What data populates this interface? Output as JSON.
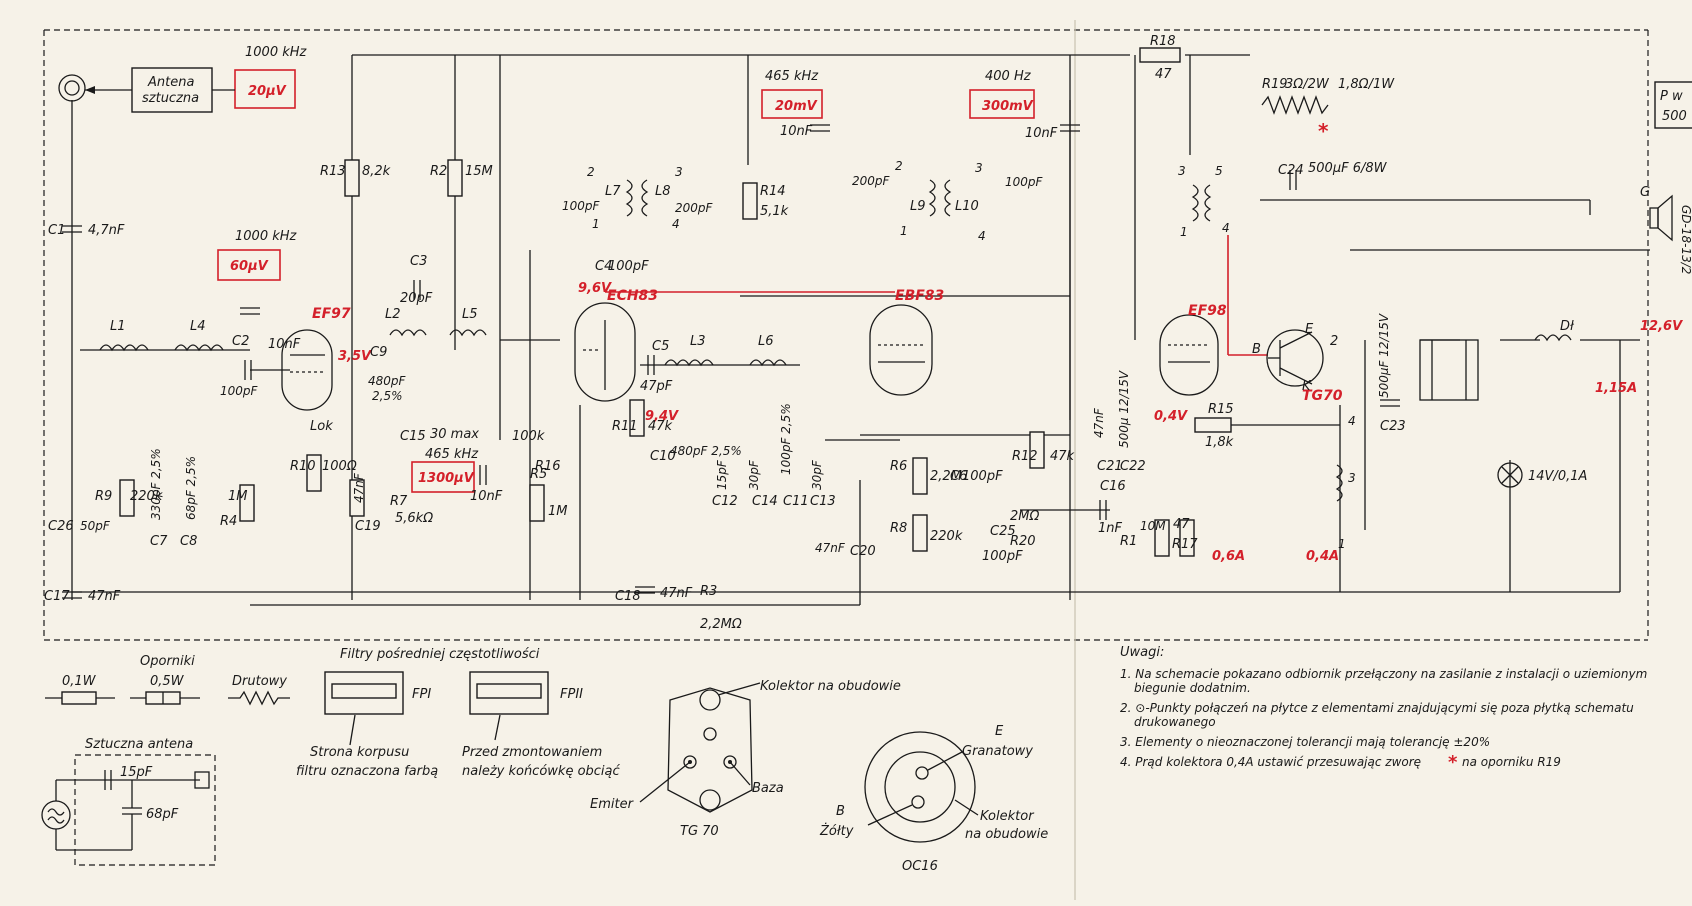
{
  "top": {
    "freq1": "1000 kHz",
    "gen1_box": "Antena sztuczna",
    "gen1_line1": "Antena",
    "gen1_line2": "sztuczna",
    "v1": "20µV",
    "freq2": "1000 kHz",
    "v2": "60µV",
    "freq3": "465 kHz",
    "v3": "20mV",
    "freq4": "400 Hz",
    "v4": "300mV",
    "freq5": "465 kHz",
    "v5": "1300µV",
    "pw_line1": "P w",
    "pw_line2": "500"
  },
  "tubes": {
    "t1": "EF97",
    "t2": "ECH83",
    "t3": "EBF83",
    "t4": "EF98",
    "tr": "TG70"
  },
  "measurements": {
    "m1": "3,5V",
    "m2": "9,6V",
    "m3": "9,4V",
    "m4": "0,4V",
    "m5": "0,6A",
    "m6": "0,4A",
    "m7": "12,6V",
    "m8": "1,15A"
  },
  "components": {
    "C1": "C1",
    "C1v": "4,7nF",
    "C2": "C2",
    "C2v": "100pF",
    "C3": "C3",
    "C3v": "20pF",
    "C4": "C4",
    "C4v": "100pF",
    "C5": "C5",
    "C5v": "47pF",
    "C6": "C6",
    "C6v": "100pF",
    "C7": "C7",
    "C7v": "330pF 2,5%",
    "C8": "C8",
    "C8v": "68pF 2,5%",
    "C9": "C9",
    "C9v": "480pF",
    "C9t": "2,5%",
    "C10": "C10",
    "C10v": "480pF 2,5%",
    "C11": "C11",
    "C11v": "100pF 2,5%",
    "C12": "C12",
    "C12v": "15pF",
    "C13": "C13",
    "C13v": "30pF",
    "C14": "C14",
    "C14v": "30pF",
    "C15": "C15",
    "C15v": "30 max",
    "C16": "C16",
    "C16v": "1nF",
    "C17": "C17",
    "C17v": "47nF",
    "C18": "C18",
    "C18v": "47nF",
    "C19": "C19",
    "C19v": "47nF",
    "C20": "C20",
    "C20v": "47nF",
    "C21": "C21",
    "C21v": "47nF",
    "C22": "C22",
    "C22v": "500µ 12/15V",
    "C23": "C23",
    "C23v": "500µF 12/15V",
    "C24": "C24",
    "C24v": "500µF 6/8W",
    "C25": "C25",
    "C25v": "100pF",
    "C26": "C26",
    "C26v": "50pF",
    "c10nF_a": "10nF",
    "c10nF_b": "10nF",
    "c10nF_c": "10nF",
    "c10nF_d": "10nF",
    "c100pF_a": "100pF",
    "c200pF_a": "200pF",
    "c200pF_b": "200pF",
    "c100pF_b": "100pF",
    "R1": "R1",
    "R1v": "10M",
    "R2": "R2",
    "R2v": "15M",
    "R3": "R3",
    "R3v": "2,2MΩ",
    "R4": "R4",
    "R4v": "1M",
    "R5": "R5",
    "R5v": "1M",
    "R6": "R6",
    "R6v": "2,2M",
    "R7": "R7",
    "R7v": "5,6kΩ",
    "R8": "R8",
    "R8v": "220k",
    "R9": "R9",
    "R9v": "220k",
    "R10": "R10",
    "R10v": "100Ω",
    "R11": "R11",
    "R11v": "47k",
    "R12": "R12",
    "R12v": "47k",
    "R13": "R13",
    "R13v": "8,2k",
    "R14": "R14",
    "R14v": "5,1k",
    "R15": "R15",
    "R15v": "1,8k",
    "R16": "R16",
    "R16v": "100k",
    "R17": "R17",
    "R17v": "47",
    "R18": "R18",
    "R18v": "47",
    "R19": "R19",
    "R19v": "3Ω/2W",
    "R19v2": "1,8Ω/1W",
    "R20": "R20",
    "R20v": "2MΩ",
    "L1": "L1",
    "L2": "L2",
    "L3": "L3",
    "L4": "L4",
    "L5": "L5",
    "L6": "L6",
    "L7": "L7",
    "L8": "L8",
    "L9": "L9",
    "L10": "L10",
    "Lok": "Lok",
    "Dl": "Dł",
    "lamp": "14V/0,1A",
    "speaker": "GD-18-13/2",
    "spkG": "G",
    "n2a": "2",
    "n3a": "3",
    "n1a": "1",
    "n4a": "4",
    "n2b": "2",
    "n3b": "3",
    "n1b": "1",
    "n4b": "4",
    "n3t": "3",
    "n5t": "5",
    "n1t": "1",
    "n4t": "4",
    "n4c": "4",
    "n3c": "3",
    "n1c": "1",
    "tE": "E",
    "tB": "B",
    "tK": "K",
    "t2": "2",
    "star": "*"
  },
  "legend": {
    "res_title": "Oporniki",
    "r01": "0,1W",
    "r05": "0,5W",
    "drut": "Drutowy",
    "filters_title": "Filtry pośredniej częstotliwości",
    "fp1": "FPI",
    "fp2": "FPII",
    "side1a": "Strona korpusu",
    "side1b": "filtru oznaczona farbą",
    "side2a": "Przed zmontowaniem",
    "side2b": "należy końcówkę obciąć",
    "ant_title": "Sztuczna antena",
    "ant_c1": "15pF",
    "ant_c2": "68pF",
    "tg_title": "TG 70",
    "tg_col": "Kolektor na obudowie",
    "tg_emit": "Emiter",
    "tg_baza": "Baza",
    "oc_title": "OC16",
    "oc_e1": "E",
    "oc_e2": "Granatowy",
    "oc_b1": "B",
    "oc_b2": "Żółty",
    "oc_k1": "Kolektor",
    "oc_k2": "na obudowie"
  },
  "notes": {
    "title": "Uwagi:",
    "n1a": "1. Na schemacie pokazano odbiornik przełączony na zasilanie z instalacji o uziemionym",
    "n1b": "biegunie dodatnim.",
    "n2a": "2. ⊙-Punkty połączeń na płytce z elementami znajdującymi się poza płytką schematu",
    "n2b": "drukowanego",
    "n3": "3. Elementy o nieoznaczonej tolerancji mają tolerancję ±20%",
    "n4a": "4. Prąd kolektora 0,4A ustawić przesuwając zworę",
    "n4b": "na oporniku R19"
  },
  "colors": {
    "ink": "#1a1a1a",
    "red": "#d4202a",
    "paper": "#f6f2e8"
  }
}
